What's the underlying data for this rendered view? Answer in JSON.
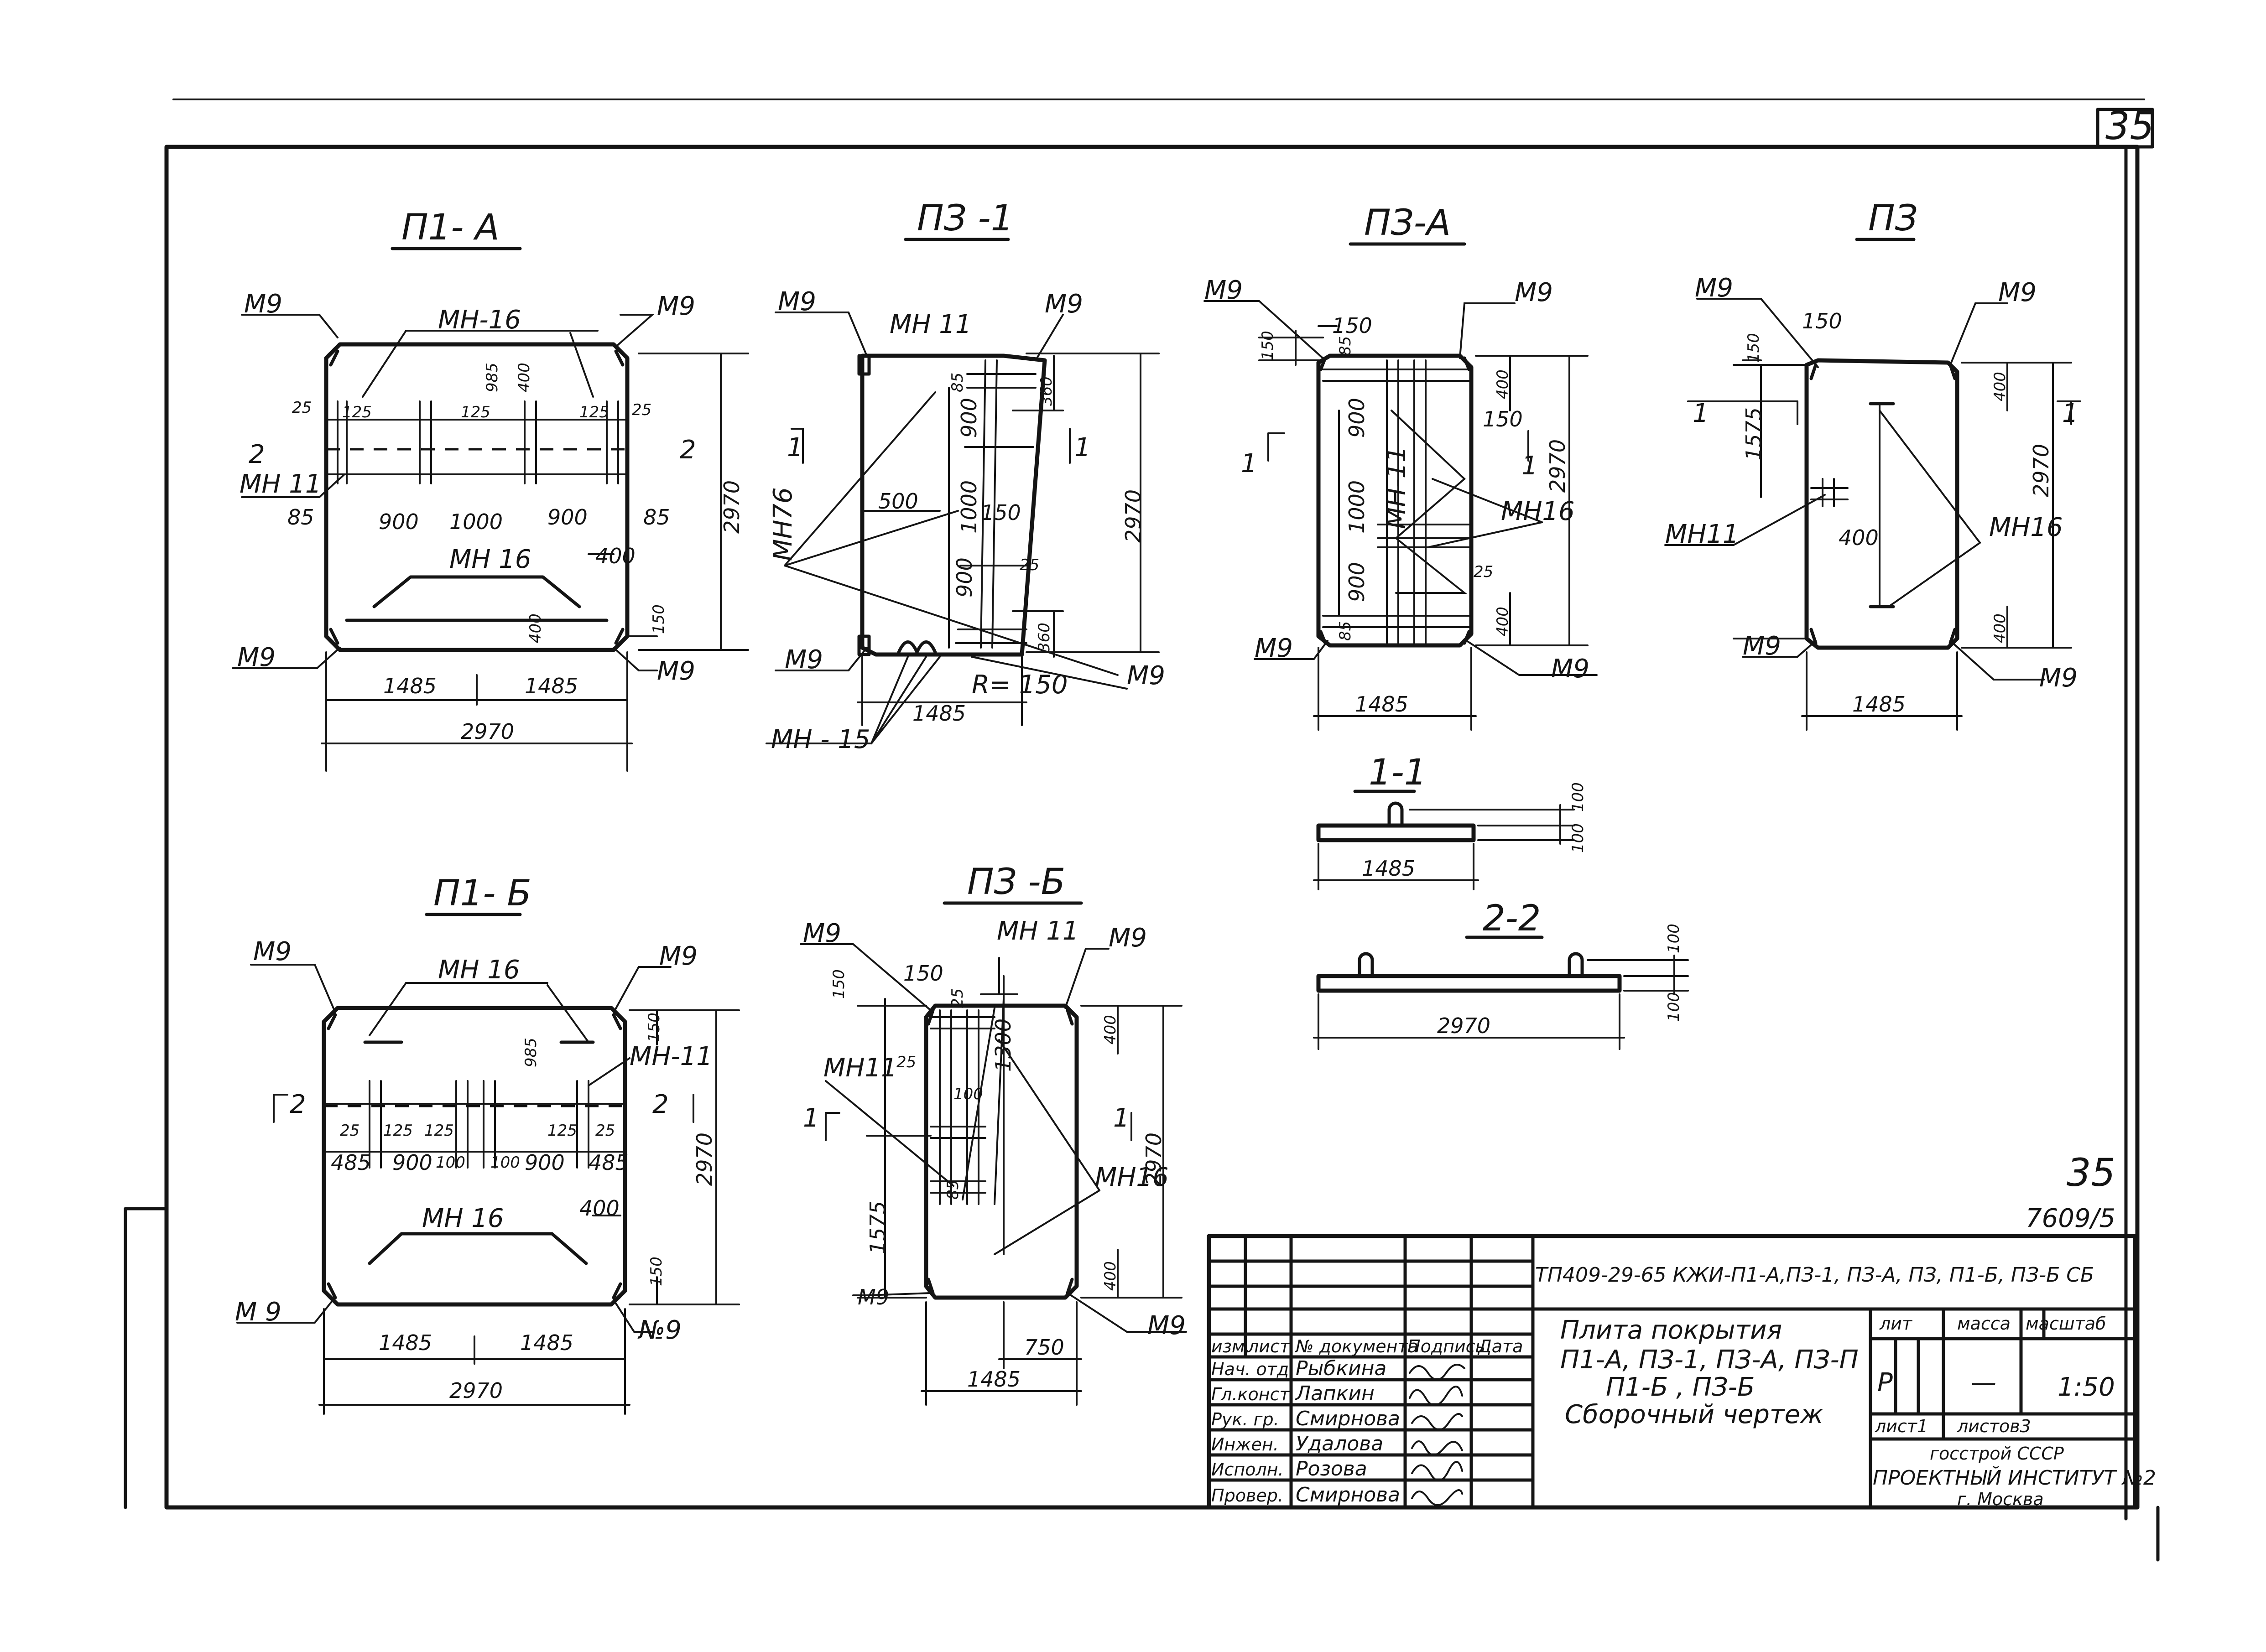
{
  "page": {
    "sheet_number": "35",
    "stamp_number": "35",
    "stamp_code": "7609/5"
  },
  "views": {
    "p1a": {
      "title": "П1- А"
    },
    "p3_1": {
      "title": "ПЗ -1"
    },
    "p3a": {
      "title": "ПЗ-А"
    },
    "p3": {
      "title": "ПЗ"
    },
    "p1b": {
      "title": "П1- Б"
    },
    "p3b": {
      "title": "ПЗ -Б"
    },
    "sec11": {
      "title": "1-1"
    },
    "sec22": {
      "title": "2-2"
    }
  },
  "labels": {
    "m9": "М9",
    "m9s": "М 9",
    "mn16": "МН-16",
    "mn16b": "МН 16",
    "mn11": "МН 11",
    "mn11b": "МН11",
    "mn76": "МН76",
    "mn15": "МН - 15",
    "mn11c": "МН-11",
    "mn16c": "МН16",
    "mn16d": "МН16",
    "m9n": "№9",
    "r150": "R= 150"
  },
  "dims": {
    "d2970": "2970",
    "d1485": "1485",
    "d900": "900",
    "d1000": "1000",
    "d85": "85",
    "d400": "400",
    "d150": "150",
    "d125": "125",
    "d25": "25",
    "d985": "985",
    "d360": "360",
    "d500": "500",
    "d1575": "1575",
    "d100": "100",
    "d750": "750",
    "d1300": "1300",
    "d485": "485",
    "d2": "2",
    "d1": "1"
  },
  "title_block": {
    "code": "ТП409-29-65 КЖИ-П1-А,ПЗ-1, ПЗ-А, ПЗ, П1-Б, ПЗ-Б СБ",
    "name_line1": "Плита покрытия",
    "name_line2": "П1-А, ПЗ-1, ПЗ-А, ПЗ-П",
    "name_line3": "П1-Б , ПЗ-Б",
    "name_line4": "Сборочный чертеж",
    "headers": {
      "izm": "изм.",
      "list": "лист",
      "doc": "№ документа",
      "podp": "Подпись",
      "data": "Дата"
    },
    "roles": [
      "Нач. отд.",
      "Гл.конст.",
      "Рук. гр.",
      "Инжен.",
      "Исполн.",
      "Провер."
    ],
    "people": [
      "Рыбкина",
      "Лапкин",
      "Смирнова",
      "Удалова",
      "Розова",
      "Смирнова"
    ],
    "lit_label": "лит",
    "mass_label": "масса",
    "scale_label": "масштаб",
    "lit_value": "Р",
    "mass_value": "—",
    "scale_value": "1:50",
    "sheet_label": "лист1",
    "sheets_label": "листов3",
    "org1": "госстрой СССР",
    "org2": "ПРОЕКТНЫЙ ИНСТИТУТ №2",
    "org3": "г. Москва"
  },
  "colors": {
    "ink": "#141414",
    "paper": "#ffffff"
  }
}
